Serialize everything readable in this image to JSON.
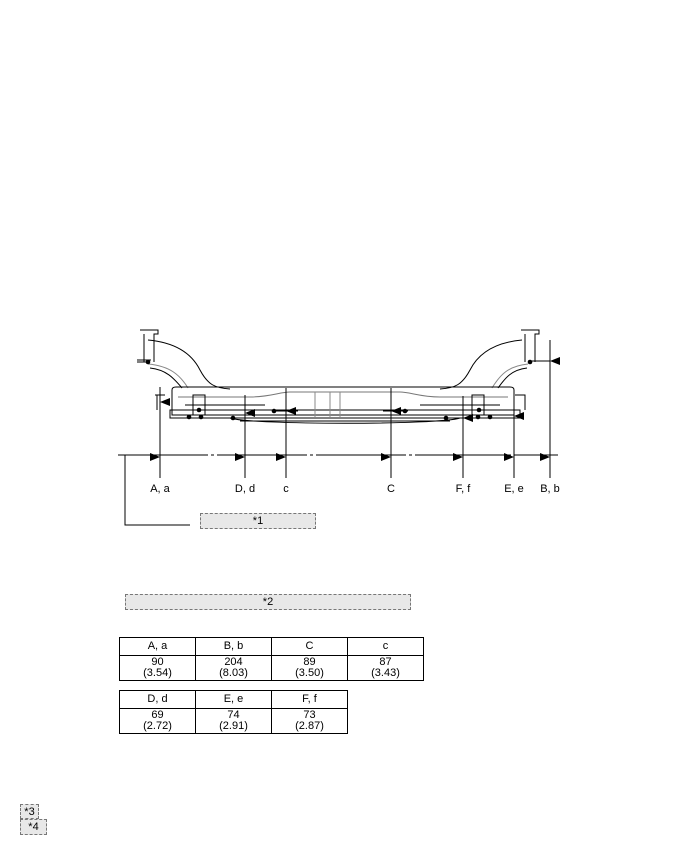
{
  "diagram": {
    "measure_points": [
      "A, a",
      "D, d",
      "c",
      "C",
      "F, f",
      "E, e",
      "B, b"
    ],
    "callouts": [
      "*1",
      "*2",
      "*3",
      "*4"
    ]
  },
  "tables": [
    {
      "headers": [
        "A, a",
        "B, b",
        "C",
        "c"
      ],
      "values": [
        [
          "90",
          "(3.54)"
        ],
        [
          "204",
          "(8.03)"
        ],
        [
          "89",
          "(3.50)"
        ],
        [
          "87",
          "(3.43)"
        ]
      ]
    },
    {
      "headers": [
        "D, d",
        "E, e",
        "F, f"
      ],
      "values": [
        [
          "69",
          "(2.72)"
        ],
        [
          "74",
          "(2.91)"
        ],
        [
          "73",
          "(2.87)"
        ]
      ]
    }
  ]
}
